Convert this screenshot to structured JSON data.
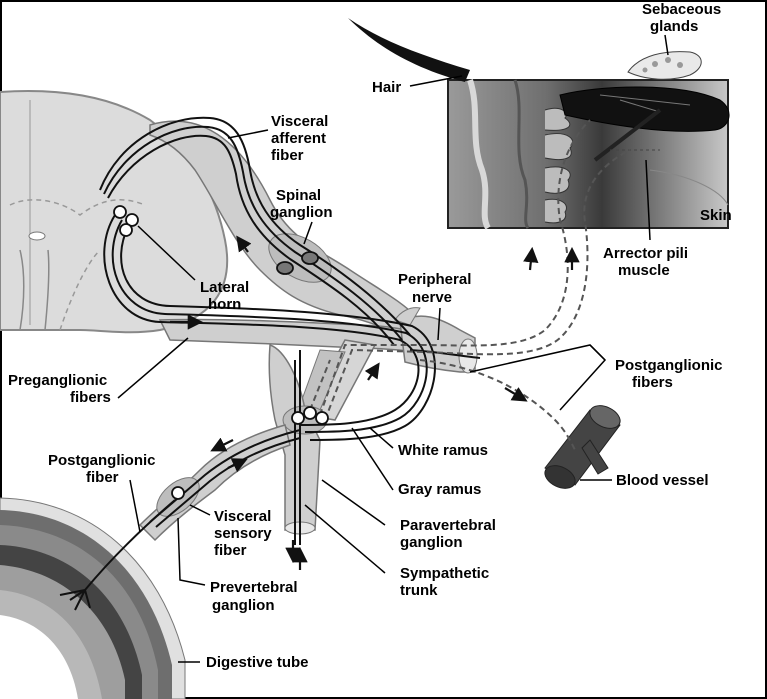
{
  "labels": {
    "sebaceous_line1": "Sebaceous",
    "sebaceous_line2": "glands",
    "hair": "Hair",
    "visceral_afferent_line1": "Visceral",
    "visceral_afferent_line2": "afferent",
    "visceral_afferent_line3": "fiber",
    "spinal_ganglion_line1": "Spinal",
    "spinal_ganglion_line2": "ganglion",
    "skin": "Skin",
    "arrector_line1": "Arrector pili",
    "arrector_line2": "muscle",
    "lateral_horn_line1": "Lateral",
    "lateral_horn_line2": "horn",
    "peripheral_line1": "Peripheral",
    "peripheral_line2": "nerve",
    "postganglionic_fibers_line1": "Postganglionic",
    "postganglionic_fibers_line2": "fibers",
    "preganglionic_line1": "Preganglionic",
    "preganglionic_line2": "fibers",
    "white_ramus": "White ramus",
    "postganglionic_fiber_line1": "Postganglionic",
    "postganglionic_fiber_line2": "fiber",
    "gray_ramus": "Gray ramus",
    "blood_vessel": "Blood vessel",
    "visceral_sensory_line1": "Visceral",
    "visceral_sensory_line2": "sensory",
    "visceral_sensory_line3": "fiber",
    "paravertebral_line1": "Paravertebral",
    "paravertebral_line2": "ganglion",
    "sympathetic_line1": "Sympathetic",
    "sympathetic_line2": "trunk",
    "prevertebral_line1": "Prevertebral",
    "prevertebral_line2": "ganglion",
    "digestive_tube": "Digestive tube"
  },
  "colors": {
    "background": "#ffffff",
    "tissue_light": "#d4d4d4",
    "tissue_mid": "#a9a9a9",
    "tissue_dark": "#555555",
    "fiber": "#111111",
    "dashed_fiber": "#666666"
  }
}
